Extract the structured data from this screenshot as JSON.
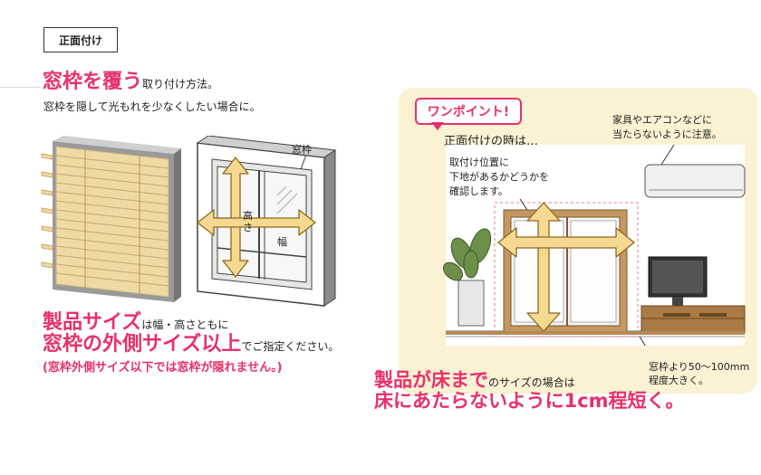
{
  "tag": "正面付け",
  "title": {
    "highlight": "窓枠を覆う",
    "rest": "取り付け方法。"
  },
  "subtitle": "窓枠を隠して光もれを少なくしたい場合に。",
  "window_labels": {
    "frame": "窓枠",
    "height": "高さ",
    "width": "幅"
  },
  "product_notes": {
    "line1_highlight": "製品サイズ",
    "line1_rest": "は幅・高さともに",
    "line2_highlight": "窓枠の外側サイズ以上",
    "line2_rest": "でご指定ください。",
    "line3": "(窓枠外側サイズ以下では窓枠が隠れません。)"
  },
  "one_point": {
    "badge": "ワンポイント!",
    "heading": "正面付けの時は…",
    "note_mount": [
      "取付け位置に",
      "下地があるかどうかを",
      "確認します。"
    ],
    "note_appliances": [
      "家具やエアコンなどに",
      "当たらないように注意。"
    ],
    "note_size": [
      "窓枠より50～100mm",
      "程度大きく。"
    ]
  },
  "floor_notes": {
    "line1_highlight": "製品が床まで",
    "line1_rest": "のサイズの場合は",
    "line2": "床にあたらないように1cm程短く。"
  },
  "colors": {
    "accent": "#e8306a",
    "panel_bg": "#fbf1d3",
    "blind": "#efd9a4",
    "frame": "#c49760"
  }
}
